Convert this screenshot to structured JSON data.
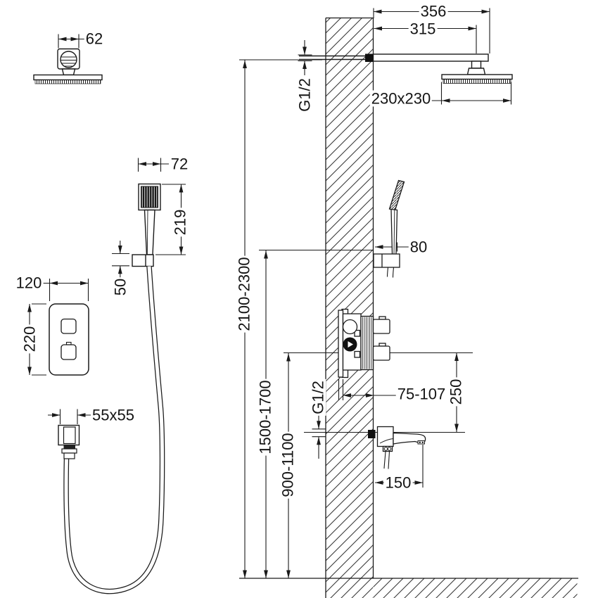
{
  "drawing": {
    "type": "shower-system-installation-diagram",
    "line_color": "#1a1a1a",
    "background": "#ffffff"
  },
  "labels": {
    "overhead_width": "62",
    "handshower_width": "72",
    "handshower_length": "219",
    "holder_size": "50",
    "panel_width": "120",
    "panel_height": "220",
    "outlet_size": "55x55",
    "arm_length": "356",
    "arm_to_head": "315",
    "arm_thread": "G1/2",
    "head_size": "230x230",
    "handshower_offset": "80",
    "valve_depth": "75-107",
    "valve_to_spout": "250",
    "spout_thread": "G1/2",
    "spout_reach": "150",
    "arm_height": "2100-2300",
    "holder_height": "1500-1700",
    "valve_height": "900-1100"
  }
}
